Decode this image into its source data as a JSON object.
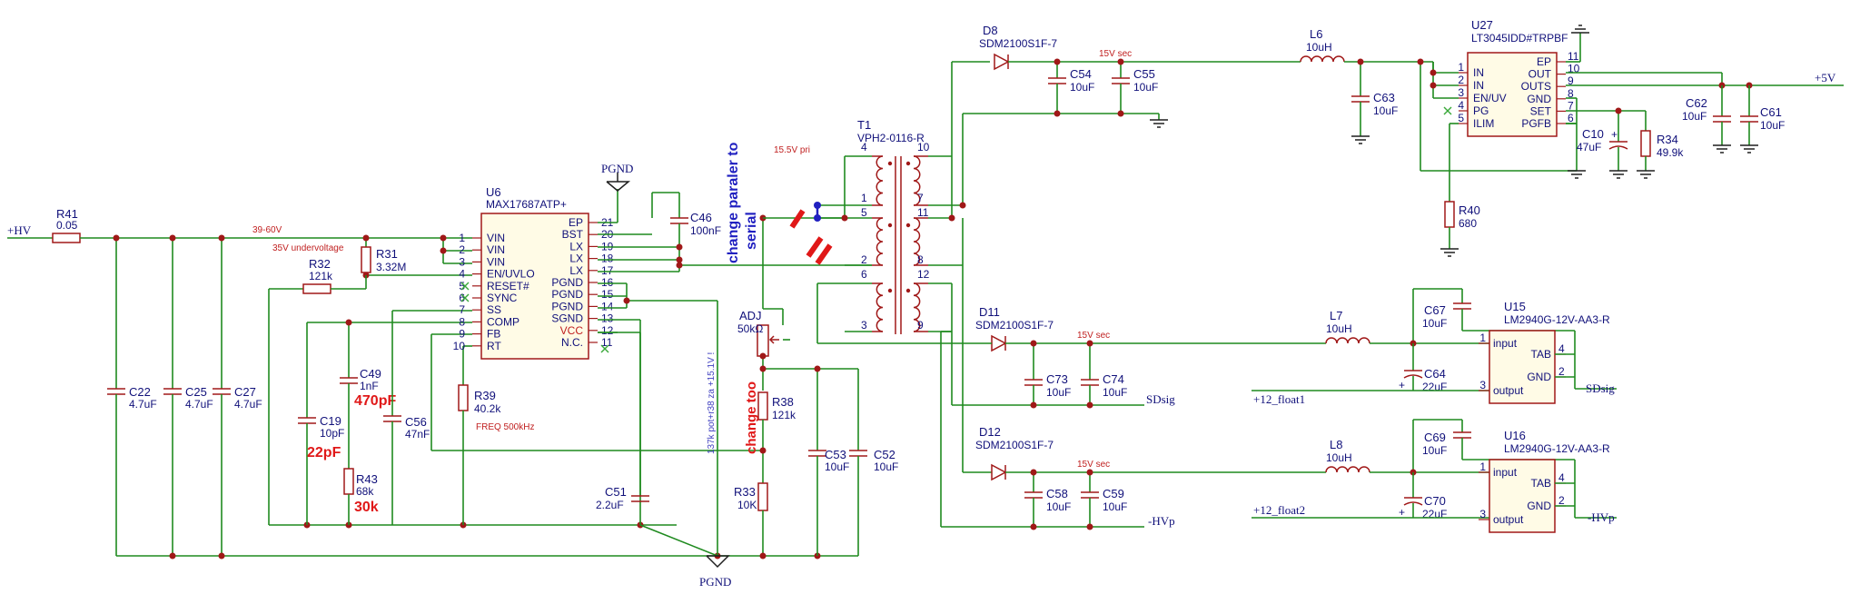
{
  "nets": {
    "hv": "+HV",
    "pgnd_top": "PGND",
    "pgnd_bot": "PGND",
    "plus5v": "+5V",
    "sdsig1": "SDsig",
    "sdsig2": "SDsig",
    "hvp1": "-HVp",
    "hvp2": "-HVp",
    "float1": "+12_float1",
    "float2": "+12_float2"
  },
  "notes": {
    "v39_60": "39-60V",
    "uvlo": "35V undervoltage",
    "freq": "FREQ 500kHz",
    "pri": "15.5V pri",
    "sec1": "15V sec",
    "sec2": "15V sec",
    "sec3": "15V sec",
    "pot_note": "137k pot+r38 za +15.1V !",
    "change_too": "change too",
    "paraler_l1": "change paraler to",
    "paraler_l2": "serial",
    "c49_new": "470pF",
    "c19_new": "22pF",
    "r43_new": "30k"
  },
  "parts": {
    "r41": {
      "ref": "R41",
      "val": "0.05"
    },
    "c22": {
      "ref": "C22",
      "val": "4.7uF"
    },
    "c25": {
      "ref": "C25",
      "val": "4.7uF"
    },
    "c27": {
      "ref": "C27",
      "val": "4.7uF"
    },
    "r32": {
      "ref": "R32",
      "val": "121k"
    },
    "r31": {
      "ref": "R31",
      "val": "3.32M"
    },
    "c49": {
      "ref": "C49",
      "val": "1nF"
    },
    "c19": {
      "ref": "C19",
      "val": "10pF"
    },
    "r43": {
      "ref": "R43",
      "val": "68k"
    },
    "c56": {
      "ref": "C56",
      "val": "47nF"
    },
    "r39": {
      "ref": "R39",
      "val": "40.2k"
    },
    "c46": {
      "ref": "C46",
      "val": "100nF"
    },
    "adj": {
      "ref": "ADJ",
      "val": "50kΩ"
    },
    "r38": {
      "ref": "R38",
      "val": "121k"
    },
    "r33": {
      "ref": "R33",
      "val": "10K"
    },
    "c51": {
      "ref": "C51",
      "val": "2.2uF"
    },
    "c53": {
      "ref": "C53",
      "val": "10uF"
    },
    "c52": {
      "ref": "C52",
      "val": "10uF"
    },
    "t1": {
      "ref": "T1",
      "val": "VPH2-0116-R"
    },
    "d8": {
      "ref": "D8",
      "val": "SDM2100S1F-7"
    },
    "d11": {
      "ref": "D11",
      "val": "SDM2100S1F-7"
    },
    "d12": {
      "ref": "D12",
      "val": "SDM2100S1F-7"
    },
    "c54": {
      "ref": "C54",
      "val": "10uF"
    },
    "c55": {
      "ref": "C55",
      "val": "10uF"
    },
    "c73": {
      "ref": "C73",
      "val": "10uF"
    },
    "c74": {
      "ref": "C74",
      "val": "10uF"
    },
    "c58": {
      "ref": "C58",
      "val": "10uF"
    },
    "c59": {
      "ref": "C59",
      "val": "10uF"
    },
    "l6": {
      "ref": "L6",
      "val": "10uH"
    },
    "l7": {
      "ref": "L7",
      "val": "10uH"
    },
    "l8": {
      "ref": "L8",
      "val": "10uH"
    },
    "c63": {
      "ref": "C63",
      "val": "10uF"
    },
    "c10": {
      "ref": "C10",
      "val": "47uF"
    },
    "r34": {
      "ref": "R34",
      "val": "49.9k"
    },
    "c62": {
      "ref": "C62",
      "val": "10uF"
    },
    "c61": {
      "ref": "C61",
      "val": "10uF"
    },
    "r40": {
      "ref": "R40",
      "val": "680"
    },
    "c67": {
      "ref": "C67",
      "val": "10uF"
    },
    "c64": {
      "ref": "C64",
      "val": "22uF"
    },
    "c69": {
      "ref": "C69",
      "val": "10uF"
    },
    "c70": {
      "ref": "C70",
      "val": "22uF"
    }
  },
  "u6": {
    "ref": "U6",
    "val": "MAX17687ATP+",
    "left": [
      {
        "num": "1",
        "name": "VIN"
      },
      {
        "num": "2",
        "name": "VIN"
      },
      {
        "num": "3",
        "name": "VIN"
      },
      {
        "num": "4",
        "name": "EN/UVLO"
      },
      {
        "num": "5",
        "name": "RESET#"
      },
      {
        "num": "6",
        "name": "SYNC"
      },
      {
        "num": "7",
        "name": "SS"
      },
      {
        "num": "8",
        "name": "COMP"
      },
      {
        "num": "9",
        "name": "FB"
      },
      {
        "num": "10",
        "name": "RT"
      }
    ],
    "right": [
      {
        "num": "21",
        "name": "EP"
      },
      {
        "num": "20",
        "name": "BST"
      },
      {
        "num": "19",
        "name": "LX"
      },
      {
        "num": "18",
        "name": "LX"
      },
      {
        "num": "17",
        "name": "LX"
      },
      {
        "num": "16",
        "name": "PGND"
      },
      {
        "num": "15",
        "name": "PGND"
      },
      {
        "num": "14",
        "name": "PGND"
      },
      {
        "num": "13",
        "name": "SGND"
      },
      {
        "num": "12",
        "name": "VCC"
      },
      {
        "num": "11",
        "name": "N.C."
      }
    ]
  },
  "u27": {
    "ref": "U27",
    "val": "LT3045IDD#TRPBF",
    "left": [
      {
        "num": "1",
        "name": "IN"
      },
      {
        "num": "2",
        "name": "IN"
      },
      {
        "num": "3",
        "name": "EN/UV"
      },
      {
        "num": "4",
        "name": "PG"
      },
      {
        "num": "5",
        "name": "ILIM"
      }
    ],
    "right": [
      {
        "num": "11",
        "name": "EP"
      },
      {
        "num": "10",
        "name": "OUT"
      },
      {
        "num": "9",
        "name": "OUTS"
      },
      {
        "num": "8",
        "name": "GND"
      },
      {
        "num": "7",
        "name": "SET"
      },
      {
        "num": "6",
        "name": "PGFB"
      }
    ]
  },
  "u15": {
    "ref": "U15",
    "val": "LM2940G-12V-AA3-R",
    "pins": [
      {
        "num": "1",
        "name": "input"
      },
      {
        "num": "4",
        "name": "TAB"
      },
      {
        "num": "2",
        "name": "GND"
      },
      {
        "num": "3",
        "name": "output"
      }
    ]
  },
  "u16": {
    "ref": "U16",
    "val": "LM2940G-12V-AA3-R",
    "pins": [
      {
        "num": "1",
        "name": "input"
      },
      {
        "num": "4",
        "name": "TAB"
      },
      {
        "num": "2",
        "name": "GND"
      },
      {
        "num": "3",
        "name": "output"
      }
    ]
  },
  "t1_pins": [
    "4",
    "10",
    "1",
    "5",
    "7",
    "11",
    "2",
    "8",
    "6",
    "12",
    "3",
    "9"
  ]
}
